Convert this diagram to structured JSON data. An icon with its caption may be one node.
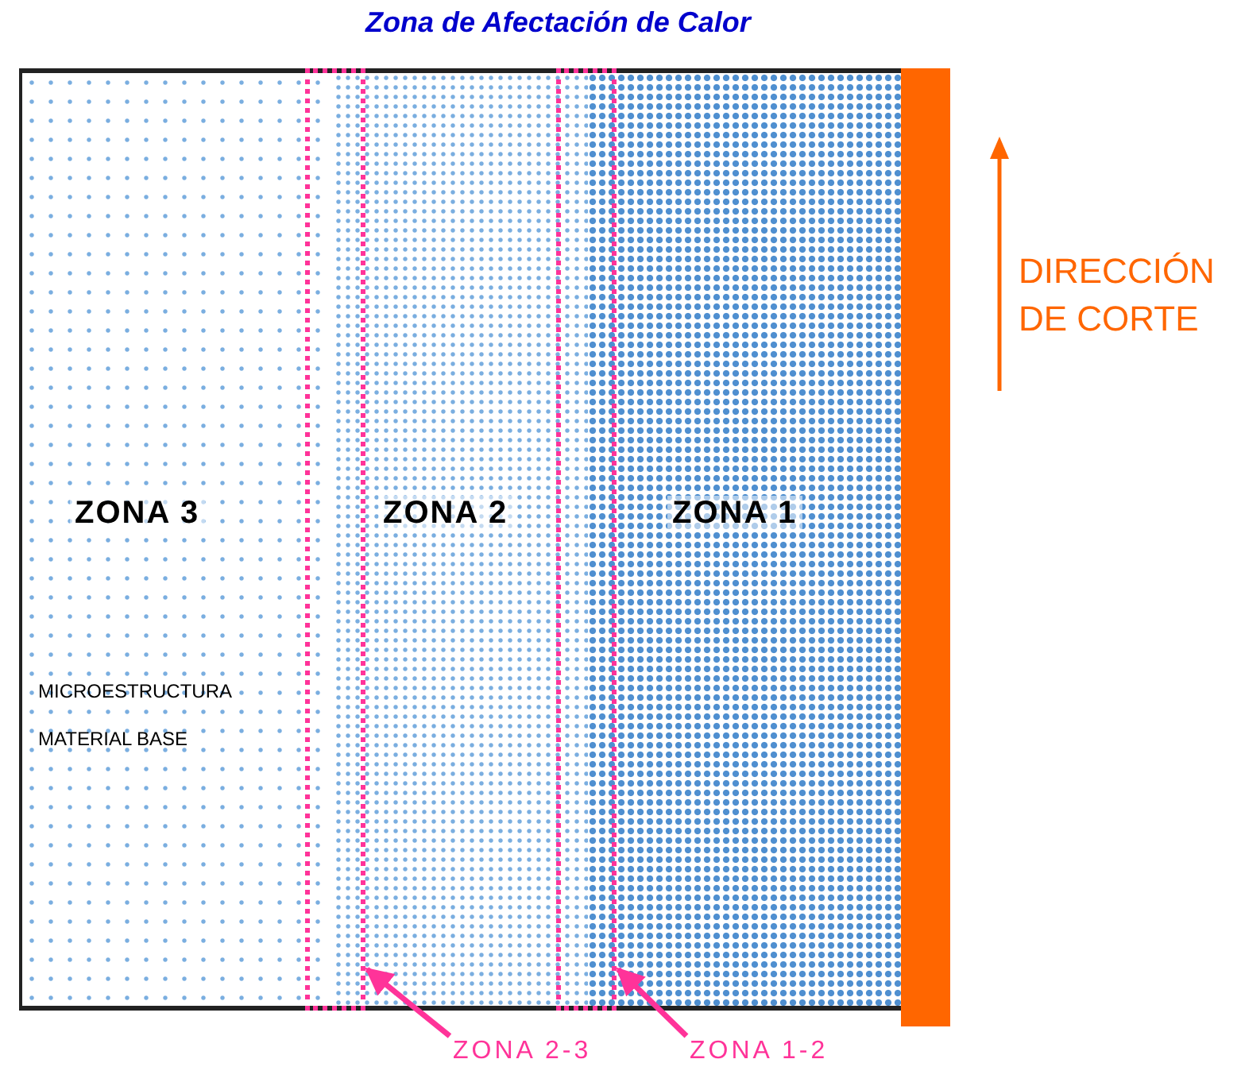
{
  "diagram": {
    "title": "Zona de Afectación de Calor",
    "nodes": [
      {
        "text": [
          "ZONA 3",
          "MICROESTRUCTURA MATERIAL BASE"
        ]
      },
      {
        "text": [
          "ZONA 2"
        ]
      },
      {
        "text": [
          "ZONA 1"
        ]
      },
      {
        "text": [],
        "shape": "box"
      },
      {
        "text": [],
        "shape": "box"
      },
      {
        "text": [
          "ZONA 2-3"
        ]
      },
      {
        "text": [
          "ZONA 1-2"
        ]
      },
      {
        "text": [],
        "shape": "bar"
      }
    ],
    "edges": [
      {
        "from": 5,
        "to": 3,
        "arrow": "to"
      },
      {
        "from": 6,
        "to": 4,
        "arrow": "to"
      }
    ],
    "labels": [
      "DIRECCIÓN DE CORTE"
    ]
  }
}
